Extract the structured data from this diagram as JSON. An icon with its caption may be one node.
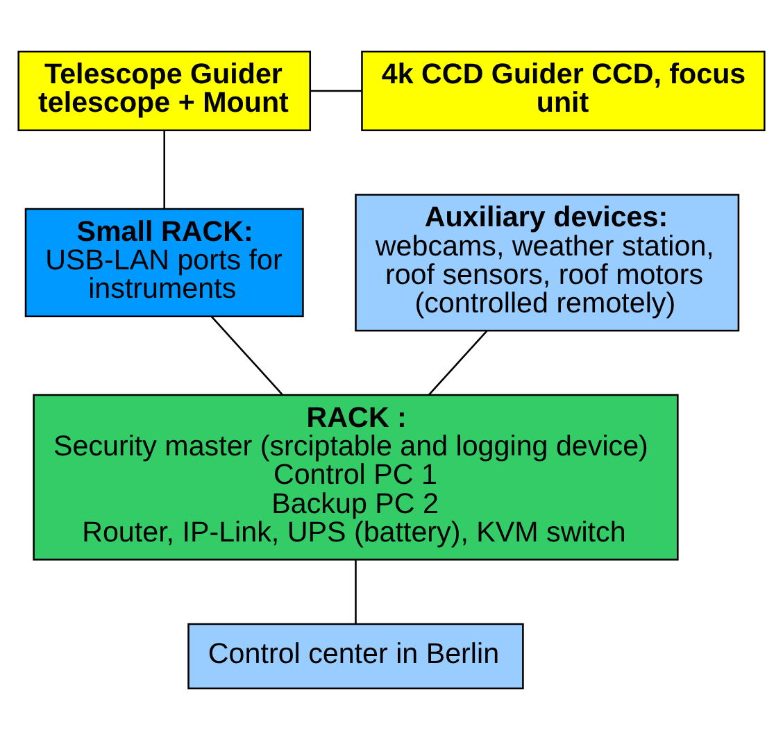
{
  "diagram": {
    "nodes": [
      {
        "text": [
          "Telescope Guider telescope + Mount"
        ]
      },
      {
        "text": [
          "4k CCD Guider CCD, focus unit"
        ]
      },
      {
        "text": [
          "Small RACK:",
          "USB-LAN ports for instruments"
        ]
      },
      {
        "text": [
          "Auxiliary devices:",
          "webcams, weather station, roof sensors, roof motors (controlled remotely)"
        ]
      },
      {
        "text": [
          "RACK :",
          "Security master (srciptable and logging device)",
          "Control PC 1",
          "Backup PC 2",
          "Router, IP-Link, UPS (battery), KVM switch"
        ]
      },
      {
        "text": [
          "Control center in Berlin"
        ]
      }
    ],
    "edges": [
      {
        "from": 0,
        "to": 1,
        "arrow": "none"
      },
      {
        "from": 0,
        "to": 2,
        "arrow": "none"
      },
      {
        "from": 2,
        "to": 4,
        "arrow": "none"
      },
      {
        "from": 3,
        "to": 4,
        "arrow": "none"
      },
      {
        "from": 4,
        "to": 5,
        "arrow": "none"
      }
    ]
  }
}
